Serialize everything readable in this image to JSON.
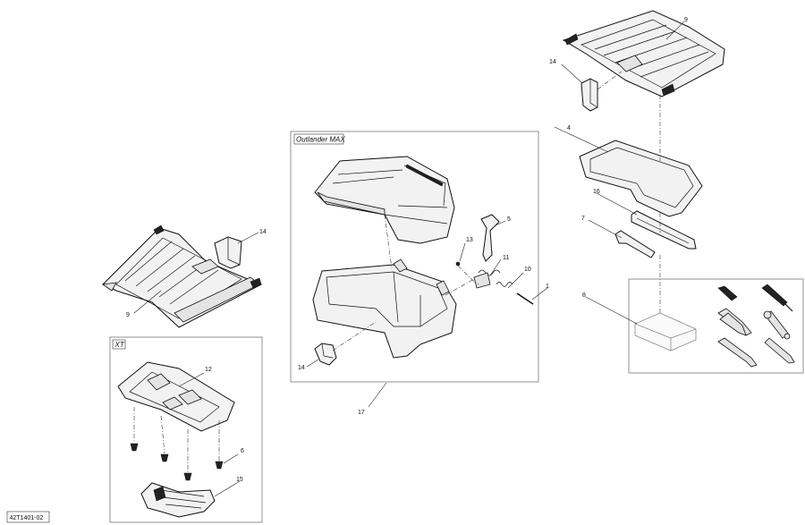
{
  "boxes": {
    "outlander_max": "Outlander MAX",
    "xt": "XT"
  },
  "callouts": {
    "c1": "1",
    "c4": "4",
    "c5": "5",
    "c6": "6",
    "c7": "7",
    "c8": "8",
    "c9_top": "9",
    "c9_left": "9",
    "c10": "10",
    "c11": "11",
    "c12": "12",
    "c13": "13",
    "c14_top": "14",
    "c14_left": "14",
    "c14_mid": "14",
    "c15": "15",
    "c16": "16",
    "c17": "17"
  },
  "figure_id": "42T1401-02"
}
